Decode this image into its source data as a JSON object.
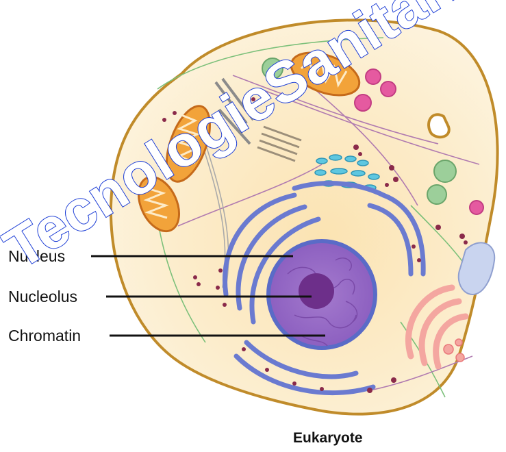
{
  "labels": {
    "nucleus": "Nucleus",
    "nucleolus": "Nucleolus",
    "chromatin": "Chromatin"
  },
  "caption": "Eukaryote",
  "watermark": "TecnologieSanitarie.it",
  "colors": {
    "membrane_outline": "#c08b2a",
    "cytoplasm": "#fcefcf",
    "mitochondria": "#f2a33a",
    "endoplasmic_reticulum": "#6a7ad0",
    "ribosomes": "#8a2a4a",
    "nucleus": "#9b6ec9",
    "nucleolus": "#6d2f8a",
    "golgi": "#f4a6a0",
    "vesicle_pink": "#e55aa0",
    "vesicle_green": "#9ccf9a",
    "vacuole": "#c9d4ef",
    "smooth_er": "#5ec7e0",
    "watermark_outline": "#1e3fd6"
  }
}
